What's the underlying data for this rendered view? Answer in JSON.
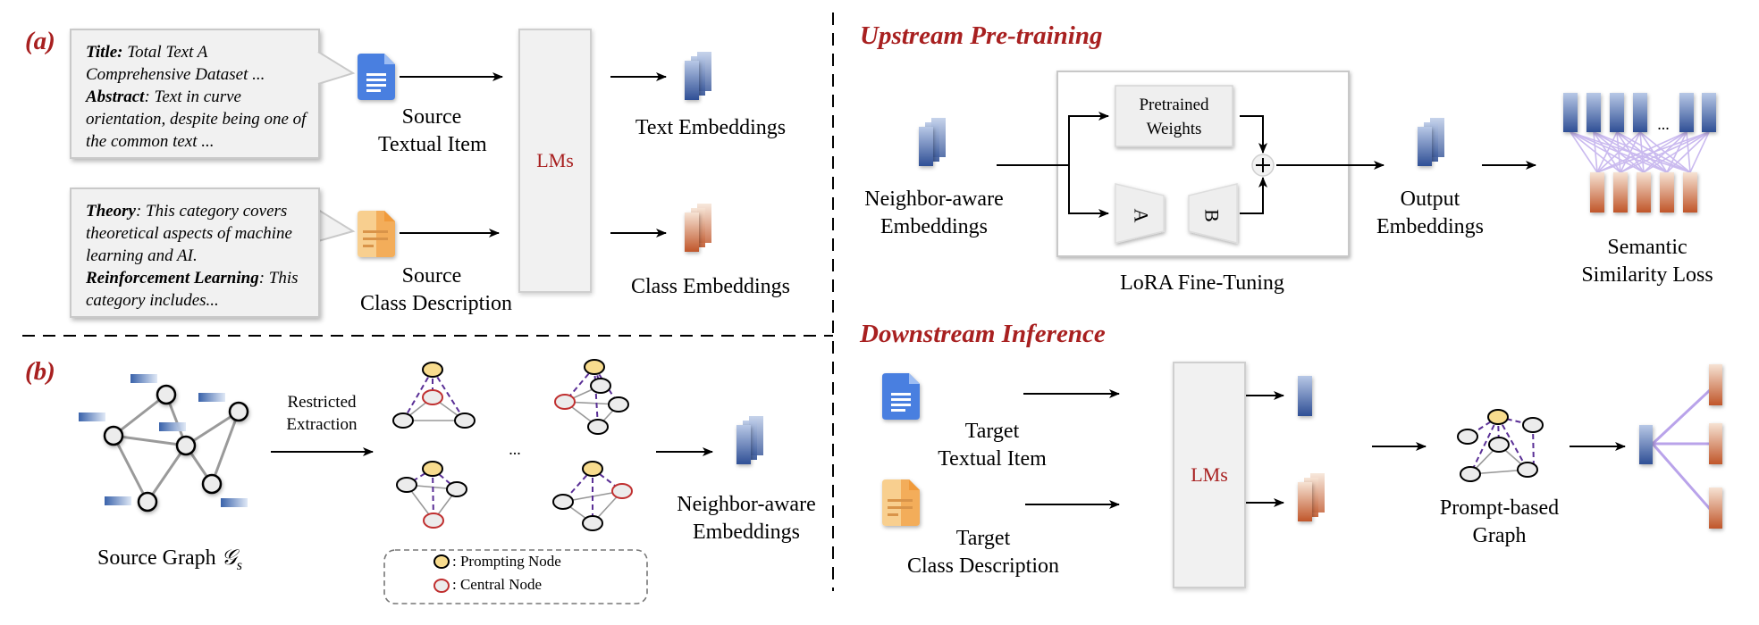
{
  "panels": {
    "a_tag": "(a)",
    "b_tag": "(b)"
  },
  "panel_a": {
    "text_callout": {
      "title_label": "Title:",
      "title_value": " Total Text A Comprehensive Dataset ...",
      "abstract_label": "Abstract",
      "abstract_value": ": Text in curve orientation, despite being one of the common text ..."
    },
    "class_callout": {
      "theory_label": "Theory",
      "theory_value": ": This category covers theoretical aspects of machine learning and AI.",
      "rl_label": "Reinforcement Learning",
      "rl_value": ": This category includes..."
    },
    "source_textual_item": [
      "Source",
      "Textual Item"
    ],
    "source_class_description": [
      "Source",
      "Class Description"
    ],
    "lm_label": "LMs",
    "text_embeddings": "Text Embeddings",
    "class_embeddings": "Class Embeddings"
  },
  "panel_b": {
    "source_graph_label": "Source Graph",
    "source_graph_symbol": "𝒢",
    "source_graph_sub": "s",
    "extraction_label": [
      "Restricted",
      "Extraction"
    ],
    "ellipsis": "...",
    "neighbor_embeddings": [
      "Neighbor-aware",
      "Embeddings"
    ],
    "legend": {
      "prompting_node": ": Prompting Node",
      "central_node": ": Central Node"
    }
  },
  "upstream": {
    "title": "Upstream Pre-training",
    "input_label": [
      "Neighbor-aware",
      "Embeddings"
    ],
    "pretrained_weights": [
      "Pretrained",
      "Weights"
    ],
    "lora_a": "A",
    "lora_b": "B",
    "plus": "+",
    "lora_caption": "LoRA Fine-Tuning",
    "output_label": [
      "Output",
      "Embeddings"
    ],
    "loss_label": [
      "Semantic",
      "Similarity Loss"
    ],
    "loss_ellipsis": "..."
  },
  "downstream": {
    "title": "Downstream Inference",
    "target_textual_item": [
      "Target",
      "Textual Item"
    ],
    "target_class_description": [
      "Target",
      "Class Description"
    ],
    "lm_label": "LMs",
    "prompt_graph_label": [
      "Prompt-based",
      "Graph"
    ]
  },
  "colors": {
    "accent_red": "#a82020",
    "embedding_blue": "#3a5a9e",
    "embedding_orange": "#c0562a",
    "doc_blue": "#4a7fe0",
    "doc_orange": "#f6b664",
    "prompt_node": "#f8dc8e",
    "prompt_edge": "#5a2f96",
    "similarity_line": "#b9a3ea"
  }
}
